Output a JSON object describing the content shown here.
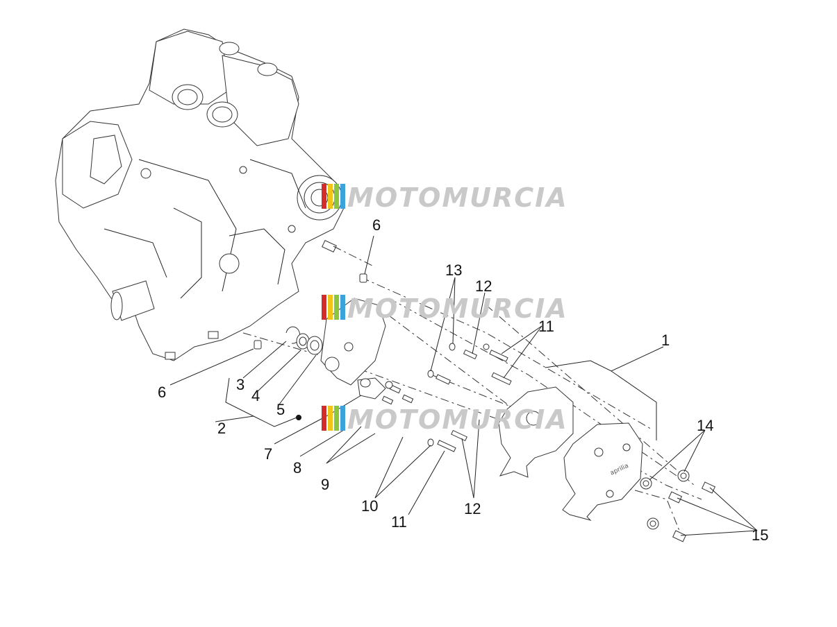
{
  "watermark": {
    "text": "MOTOMURCIA",
    "text_color": "#c9c9c9",
    "stripe_colors": [
      "#d62b2b",
      "#f0c419",
      "#8cc63f",
      "#3aa3d9"
    ]
  },
  "callouts": [
    {
      "id": "c1",
      "label": "1"
    },
    {
      "id": "c2",
      "label": "2"
    },
    {
      "id": "c3",
      "label": "3"
    },
    {
      "id": "c4",
      "label": "4"
    },
    {
      "id": "c5",
      "label": "5"
    },
    {
      "id": "c6a",
      "label": "6"
    },
    {
      "id": "c6b",
      "label": "6"
    },
    {
      "id": "c7",
      "label": "7"
    },
    {
      "id": "c8",
      "label": "8"
    },
    {
      "id": "c9",
      "label": "9"
    },
    {
      "id": "c10",
      "label": "10"
    },
    {
      "id": "c11a",
      "label": "11"
    },
    {
      "id": "c11b",
      "label": "11"
    },
    {
      "id": "c12a",
      "label": "12"
    },
    {
      "id": "c12b",
      "label": "12"
    },
    {
      "id": "c13",
      "label": "13"
    },
    {
      "id": "c14",
      "label": "14"
    },
    {
      "id": "c15",
      "label": "15"
    }
  ],
  "cover_logo": "aprilia"
}
